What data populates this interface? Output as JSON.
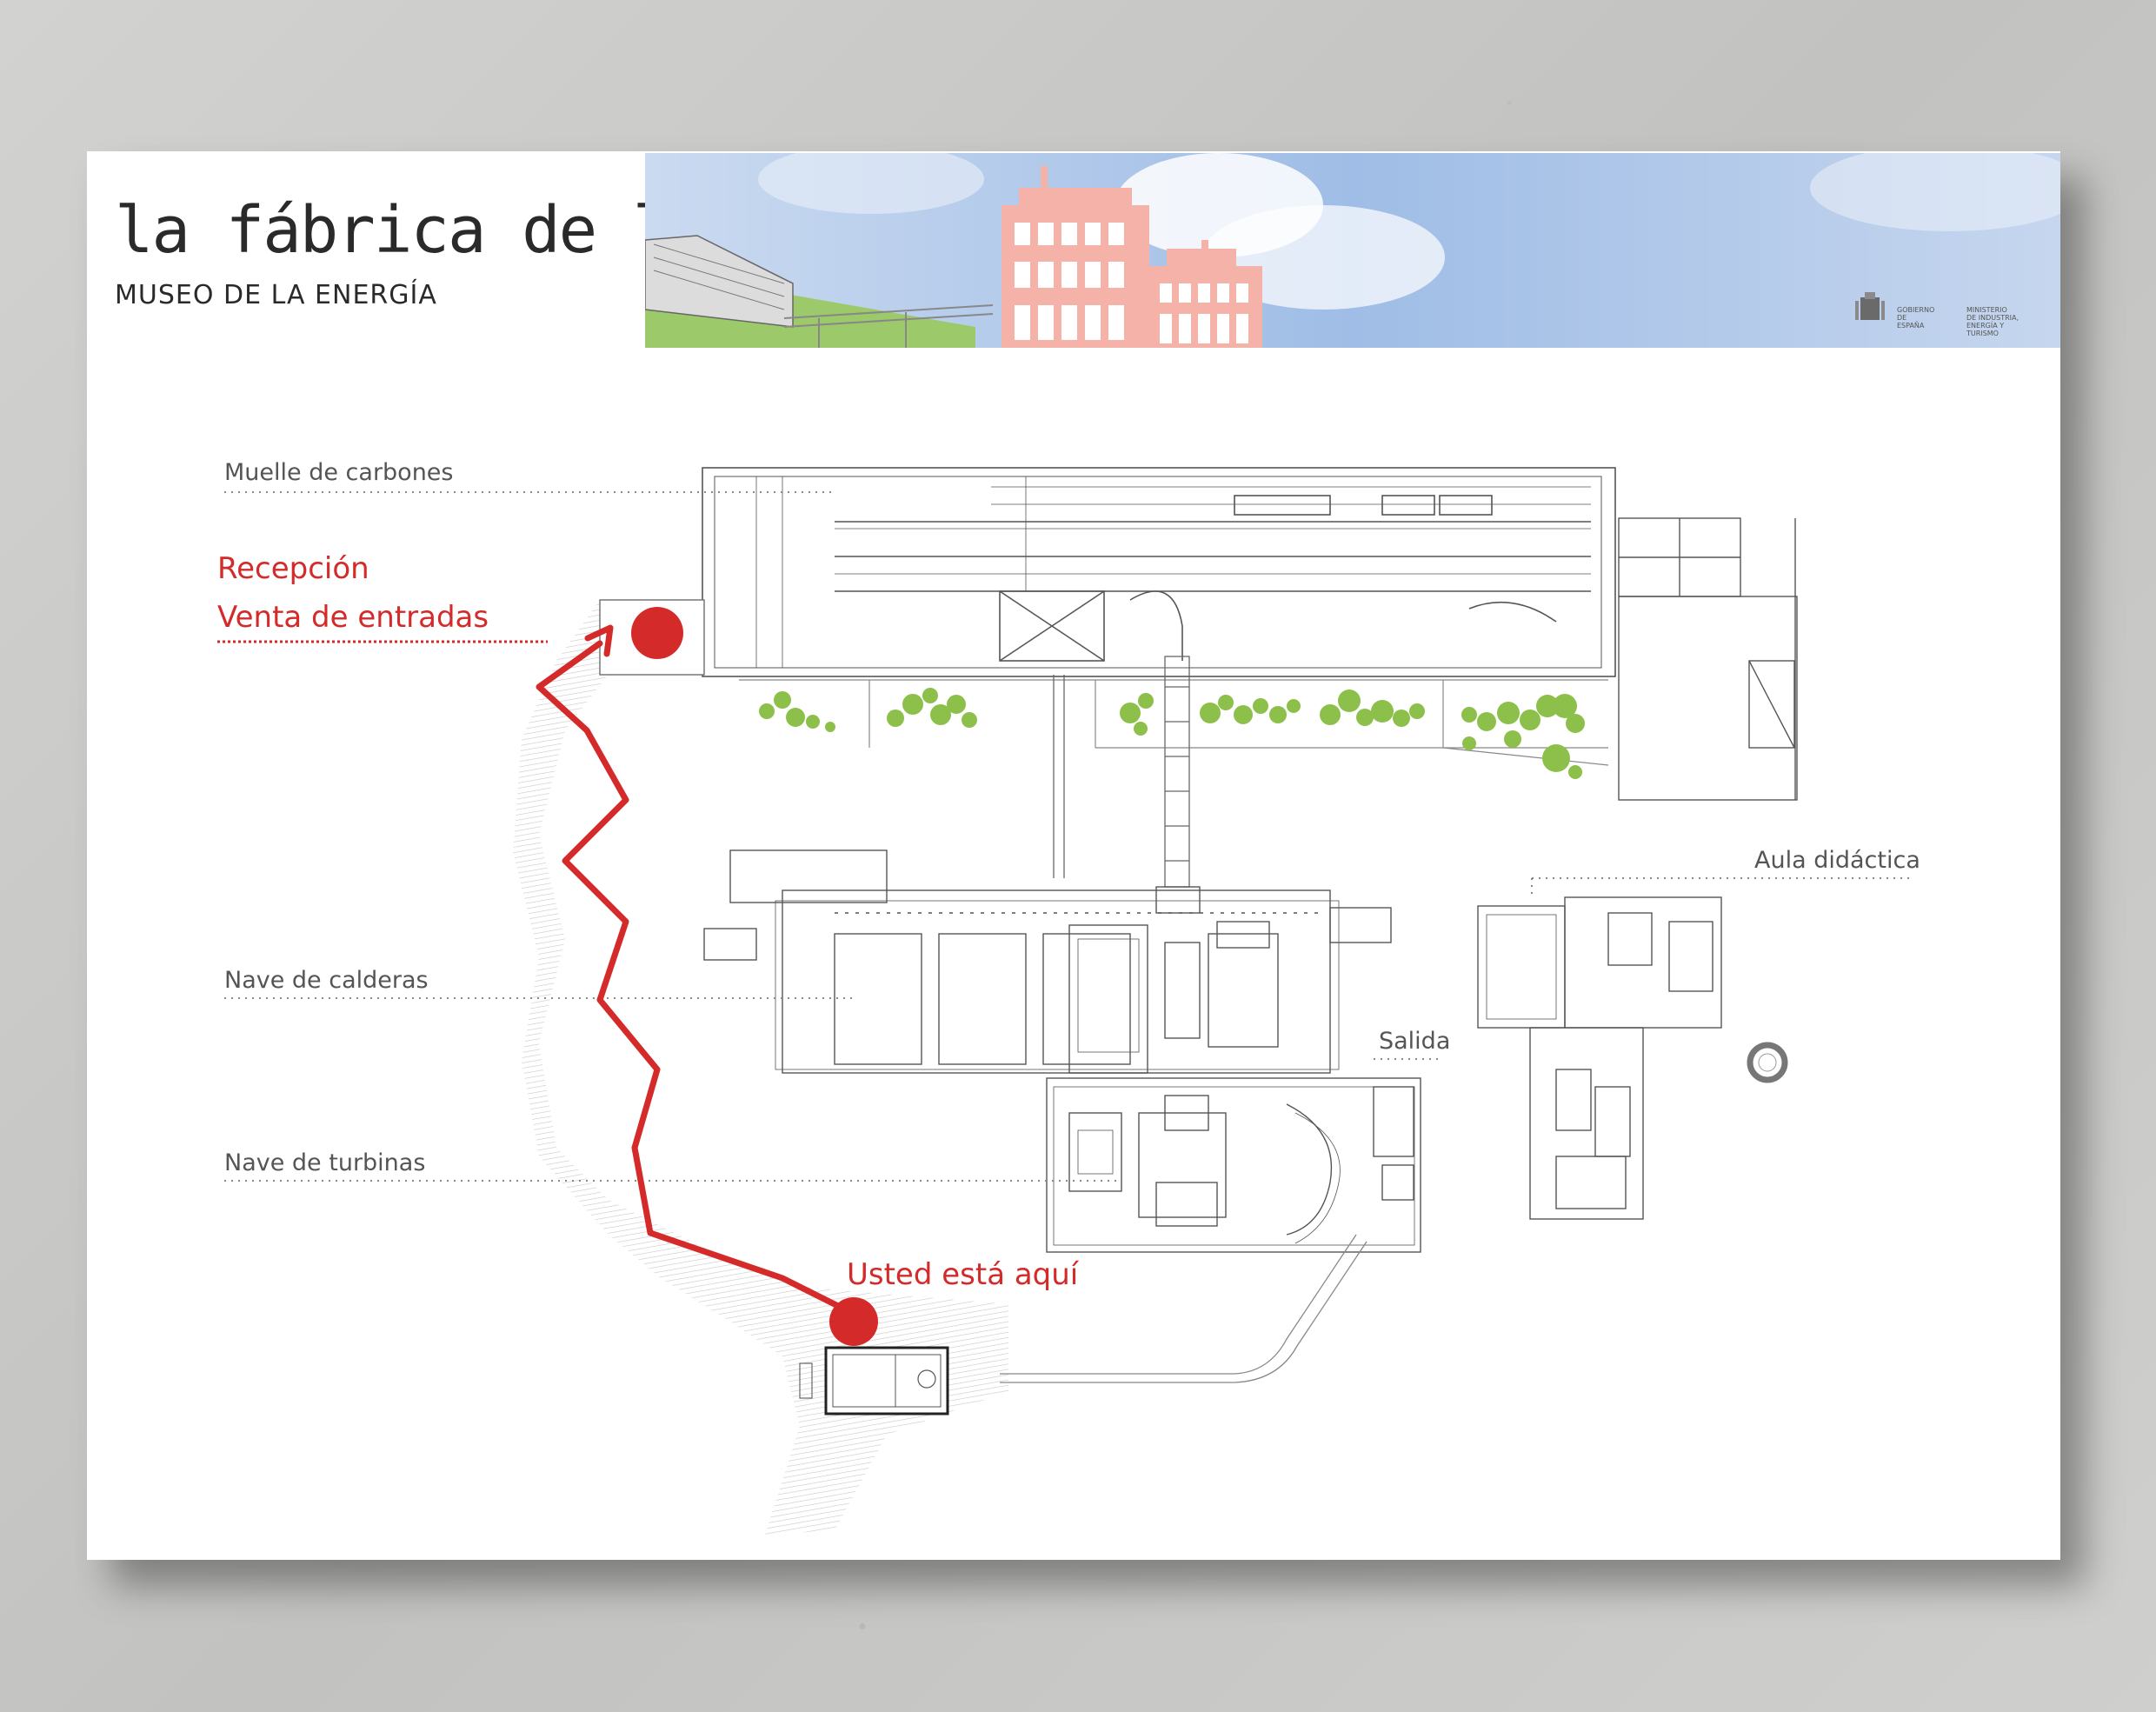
{
  "header": {
    "title": "la fábrica de luz",
    "subtitle": "MUSEO DE LA ENERGÍA",
    "gov_name": "GOBIERNO DE ESPAÑA",
    "ministry_name": "MINISTERIO DE INDUSTRIA, ENERGÍA Y TURISMO"
  },
  "map": {
    "labels": {
      "muelle": "Muelle de carbones",
      "recepcion": "Recepción",
      "venta": "Venta de entradas",
      "calderas": "Nave de calderas",
      "turbinas": "Nave de turbinas",
      "salida": "Salida",
      "aula": "Aula didáctica",
      "usted": "Usted está aquí"
    }
  },
  "colors": {
    "accent_red": "#d42a2a",
    "tree_green": "#8dc04a",
    "building_pink": "#f3a79c",
    "sky_blue": "#a8c3e6"
  },
  "icons": {
    "entrance_marker": "red-dot",
    "you_are_here_marker": "red-dot",
    "exit_ring": "ring-icon"
  }
}
